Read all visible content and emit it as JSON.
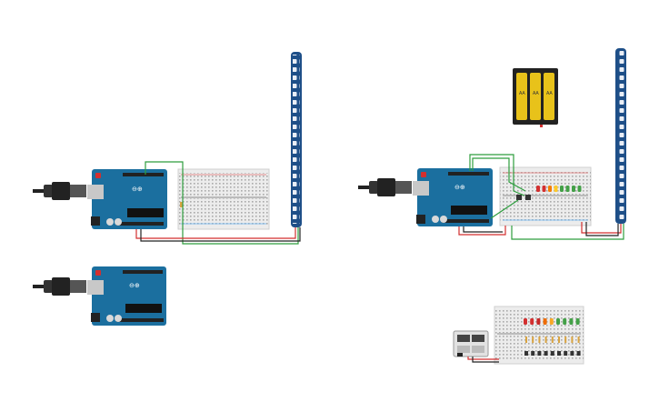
{
  "workspace": {
    "background": "#ffffff",
    "components": {
      "arduino_1": {
        "icon": "arduino-uno-board"
      },
      "arduino_2": {
        "icon": "arduino-uno-board"
      },
      "arduino_3": {
        "icon": "arduino-uno-board"
      },
      "usb_cable_1": {
        "icon": "usb-cable"
      },
      "usb_cable_2": {
        "icon": "usb-cable"
      },
      "usb_cable_3": {
        "icon": "usb-cable"
      },
      "breadboard_1": {
        "icon": "breadboard"
      },
      "breadboard_2": {
        "icon": "breadboard"
      },
      "breadboard_3": {
        "icon": "breadboard"
      },
      "neopixel_strip_1": {
        "icon": "led-strip"
      },
      "neopixel_strip_2": {
        "icon": "led-strip"
      },
      "battery_pack": {
        "icon": "battery-pack-3xAA",
        "label": "AA"
      },
      "power_supply": {
        "icon": "dc-power-supply"
      },
      "led_bar_top": {
        "colors": [
          "#d32f2f",
          "#d32f2f",
          "#f57c00",
          "#ffca28",
          "#43a047",
          "#43a047",
          "#43a047",
          "#43a047"
        ]
      },
      "led_bar_bottom": {
        "colors": [
          "#d32f2f",
          "#d32f2f",
          "#c62828",
          "#ef6c00",
          "#f9a825",
          "#43a047",
          "#43a047",
          "#43a047",
          "#43a047"
        ]
      }
    },
    "colors": {
      "arduino": "#1b6f9f",
      "arduino_dark": "#124e73",
      "wire_red": "#d32f2f",
      "wire_green": "#2e9e3e",
      "wire_black": "#222222",
      "breadboard": "#ececec",
      "strip": "#1e4f88",
      "battery": "#e8c21a"
    }
  }
}
